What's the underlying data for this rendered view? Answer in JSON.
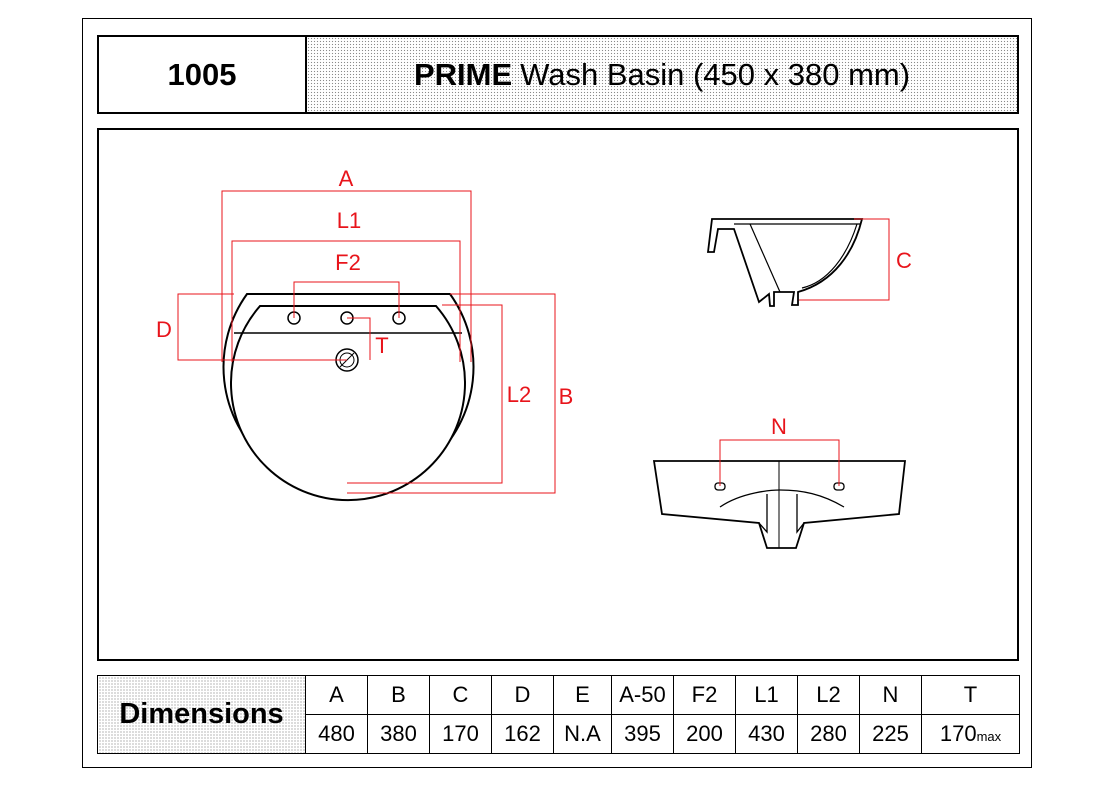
{
  "header": {
    "code": "1005",
    "title_bold": "PRIME",
    "title_rest": "Wash Basin (450 x 380 mm)"
  },
  "drawing_labels": {
    "a": "A",
    "l1": "L1",
    "f2": "F2",
    "d": "D",
    "t": "T",
    "l2": "L2",
    "b": "B",
    "c": "C",
    "n": "N"
  },
  "dimensions": {
    "label": "Dimensions",
    "columns": [
      {
        "key": "A",
        "value": "480",
        "suffix": ""
      },
      {
        "key": "B",
        "value": "380",
        "suffix": ""
      },
      {
        "key": "C",
        "value": "170",
        "suffix": ""
      },
      {
        "key": "D",
        "value": "162",
        "suffix": ""
      },
      {
        "key": "E",
        "value": "N.A",
        "suffix": ""
      },
      {
        "key": "A-50",
        "value": "395",
        "suffix": ""
      },
      {
        "key": "F2",
        "value": "200",
        "suffix": ""
      },
      {
        "key": "L1",
        "value": "430",
        "suffix": ""
      },
      {
        "key": "L2",
        "value": "280",
        "suffix": ""
      },
      {
        "key": "N",
        "value": "225",
        "suffix": ""
      },
      {
        "key": "T",
        "value": "170",
        "suffix": "max"
      }
    ]
  },
  "colors": {
    "dimension_lines": "#e8141b",
    "outline": "#000000"
  }
}
